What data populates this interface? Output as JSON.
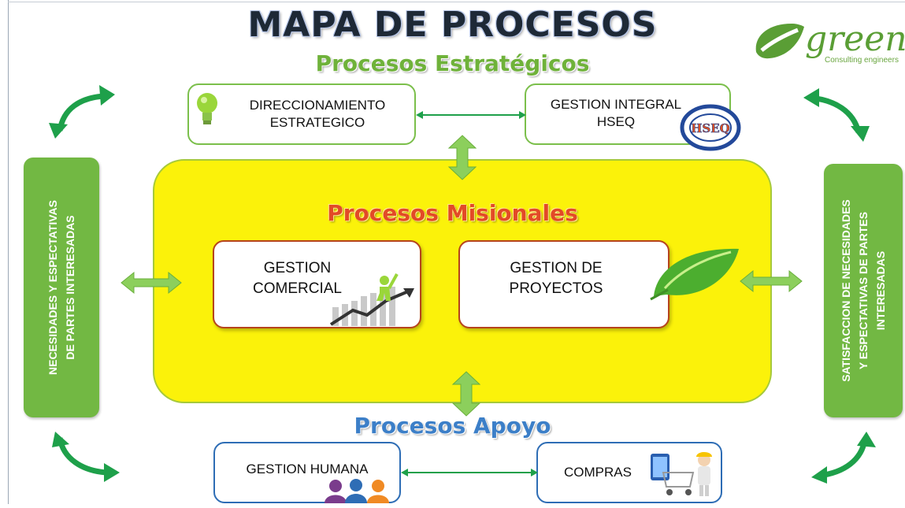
{
  "title": "MAPA DE PROCESOS",
  "logo": {
    "brand": "green",
    "tagline": "Consulting engineers"
  },
  "sections": {
    "strategic": "Procesos Estratégicos",
    "missional": "Procesos Misionales",
    "support": "Procesos Apoyo"
  },
  "strategic_boxes": {
    "direccionamiento": [
      "DIRECCIONAMIENTO",
      "ESTRATEGICO"
    ],
    "gestion_integral": [
      "GESTION  INTEGRAL",
      "HSEQ"
    ]
  },
  "hseq_badge": "HSEQ",
  "missional_boxes": {
    "comercial": [
      "GESTION",
      "COMERCIAL"
    ],
    "proyectos": [
      "GESTION DE",
      "PROYECTOS"
    ]
  },
  "support_boxes": {
    "humana": "GESTION HUMANA",
    "compras": "COMPRAS"
  },
  "side_labels": {
    "left": [
      "NECESIDADES Y ESPECTATIVAS",
      "DE PARTES INTERESADAS"
    ],
    "right": [
      "SATISFACCION DE NECESIDADES",
      "Y ESPECTATIVAS  DE PARTES",
      "INTERESADAS"
    ]
  },
  "colors": {
    "green": "#72b843",
    "yellow": "#fbf20a",
    "blue_border": "#2e6db5",
    "red_border": "#b6441c",
    "arrow_green": "#1ea04a"
  }
}
